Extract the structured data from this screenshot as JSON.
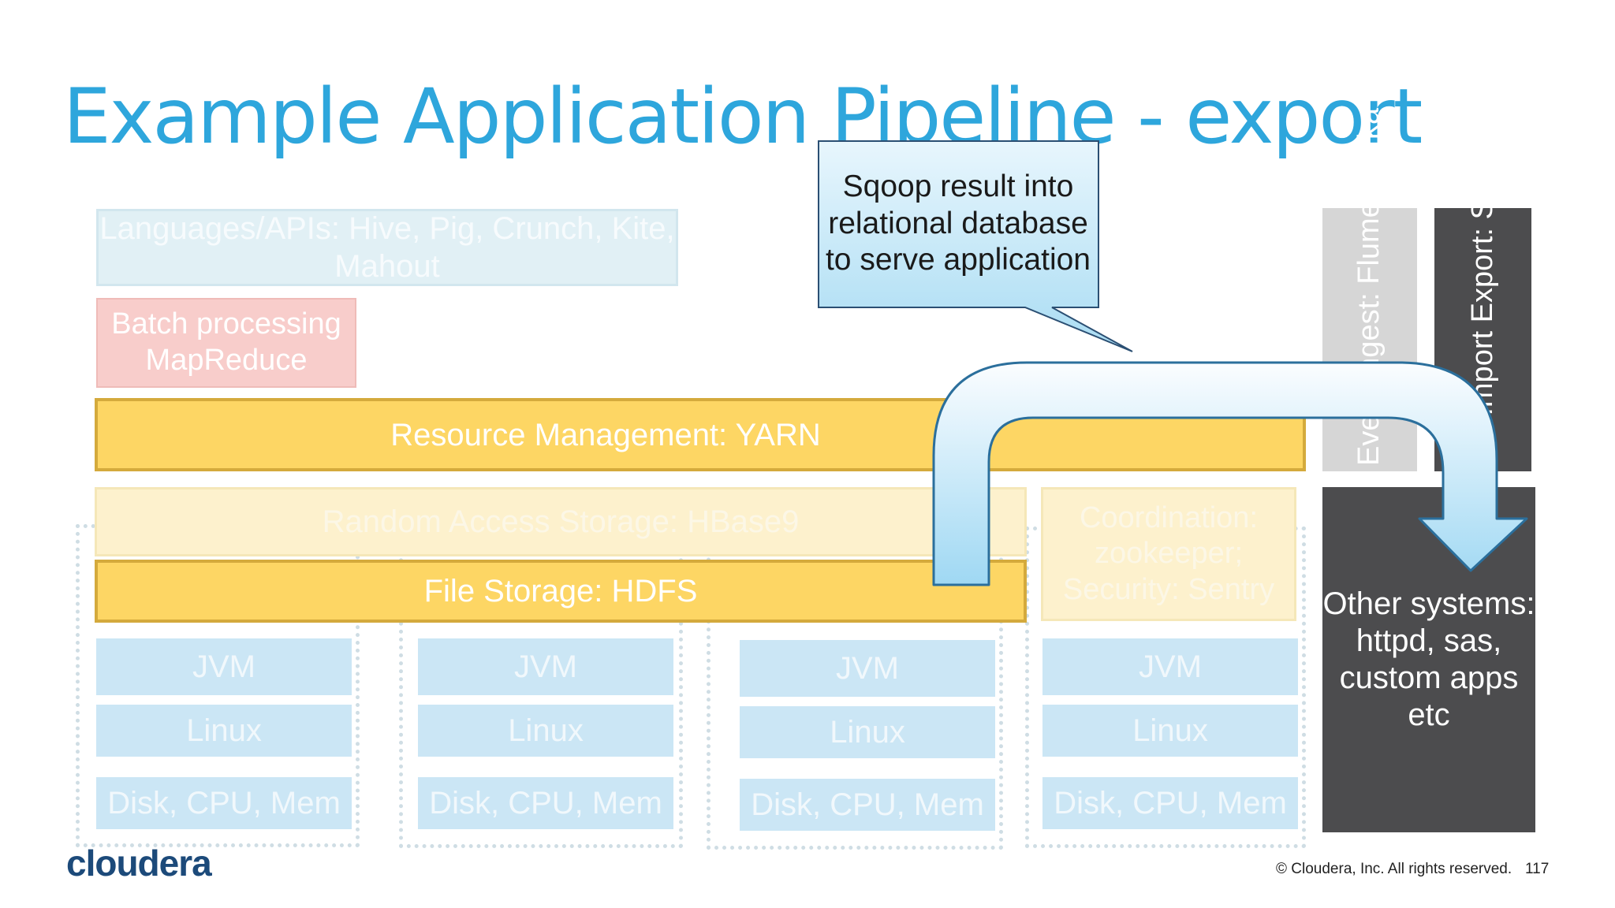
{
  "slide": {
    "title": "Example Application Pipeline - export",
    "page_number": "117",
    "copyright": "© Cloudera, Inc. All rights reserved.",
    "logo": "cloudera"
  },
  "layers": {
    "languages": "Languages/APIs: Hive, Pig, Crunch, Kite, Mahout",
    "batch": "Batch processing MapReduce",
    "yarn": "Resource Management: YARN",
    "random_access": "Random Access Storage: HBase9",
    "coordination": "Coordination: zookeeper; Security: Sentry",
    "hdfs": "File Storage: HDFS"
  },
  "nodes": [
    {
      "jvm": "JVM",
      "linux": "Linux",
      "hw": "Disk, CPU, Mem"
    },
    {
      "jvm": "JVM",
      "linux": "Linux",
      "hw": "Disk, CPU, Mem"
    },
    {
      "jvm": "JVM",
      "linux": "Linux",
      "hw": "Disk, CPU, Mem"
    },
    {
      "jvm": "JVM",
      "linux": "Linux",
      "hw": "Disk, CPU, Mem"
    }
  ],
  "side": {
    "ingest": "Event ingest: Flume, Kafka",
    "db_import": "DB Import Export: Sqoop",
    "other_systems": "Other systems: httpd, sas, custom apps etc"
  },
  "callout": {
    "text": "Sqoop result into relational database to serve application"
  },
  "colors": {
    "title": "#2ea6dc",
    "yarn_fill": "#fdd664",
    "node_cell": "#cbe6f5",
    "dark_box": "#4c4c4e",
    "callout_fill": "#bfe5f7"
  }
}
